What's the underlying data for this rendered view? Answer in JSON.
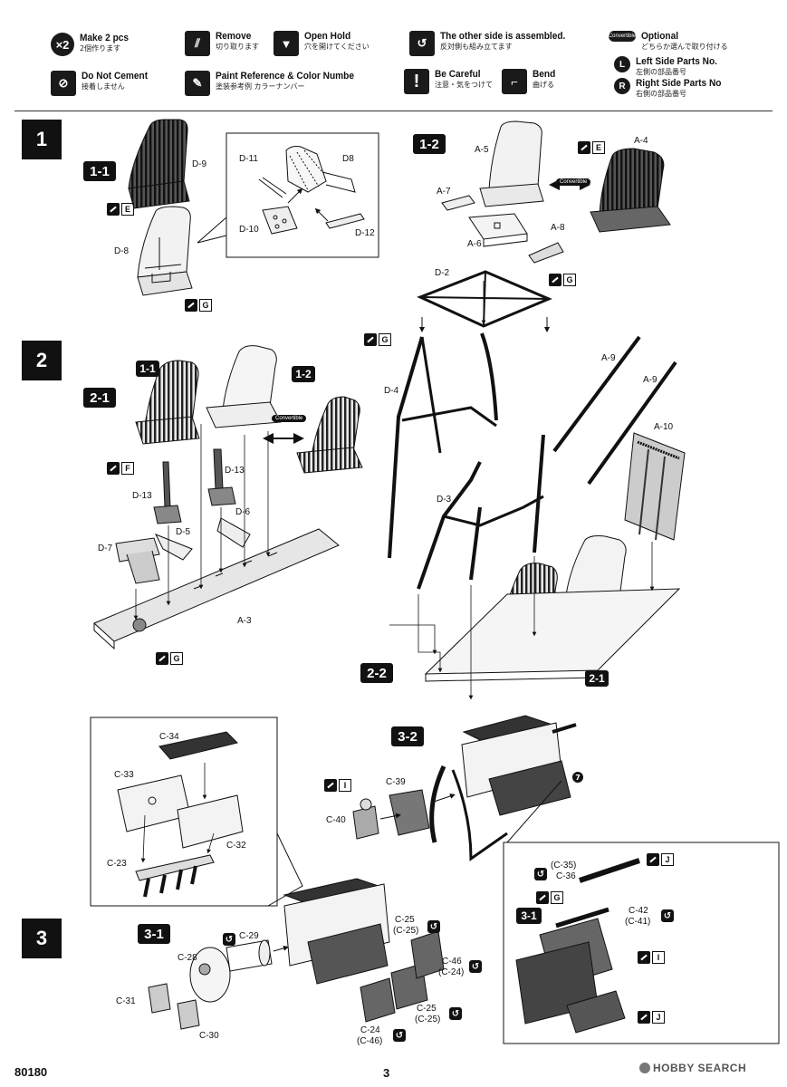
{
  "legend": {
    "make2": {
      "icon": "×2",
      "title": "Make 2 pcs",
      "sub": "2個作ります"
    },
    "remove": {
      "title": "Remove",
      "sub": "切り取ります"
    },
    "open_hold": {
      "title": "Open Hold",
      "sub": "穴を開けてください"
    },
    "other_side": {
      "title": "The other side is assembled.",
      "sub": "反対側も組み立てます"
    },
    "optional": {
      "icon": "Convertible",
      "title": "Optional",
      "sub": "どちらか選んで取り付ける"
    },
    "do_not_cement": {
      "title": "Do Not Cement",
      "sub": "接着しません"
    },
    "paint_ref": {
      "title": "Paint Reference & Color Numbe",
      "sub": "塗装参考例 カラーナンバー"
    },
    "careful": {
      "icon": "!",
      "title": "Be Careful",
      "sub": "注意・気をつけて"
    },
    "bend": {
      "title": "Bend",
      "sub": "曲げる"
    },
    "left_side": {
      "icon": "L",
      "title": "Left Side Parts No.",
      "sub": "左側の部品番号"
    },
    "right_side": {
      "icon": "R",
      "title": "Right Side Parts No",
      "sub": "右側の部品番号"
    }
  },
  "steps": {
    "s1": "1",
    "s1_1": "1-1",
    "s1_2": "1-2",
    "s2": "2",
    "s2_1": "2-1",
    "s2_2": "2-2",
    "s2_ref_1_1": "1-1",
    "s2_ref_1_2": "1-2",
    "s2_ref_2_1": "2-1",
    "s3": "3",
    "s3_1": "3-1",
    "s3_2": "3-2",
    "s3_ref_3_1": "3-1"
  },
  "parts": {
    "d9": "D-9",
    "d8_seat": "D-8",
    "d11": "D-11",
    "d8_frame": "D8",
    "d10": "D-10",
    "d12": "D-12",
    "a5": "A-5",
    "a4": "A-4",
    "a7": "A-7",
    "a8": "A-8",
    "a6": "A-6",
    "d2": "D-2",
    "d4": "D-4",
    "d3": "D-3",
    "a9a": "A-9",
    "a9b": "A-9",
    "a10": "A-10",
    "d13a": "D-13",
    "d13b": "D-13",
    "d5": "D-5",
    "d6": "D-6",
    "d7": "D-7",
    "a3": "A-3",
    "c34": "C-34",
    "c33": "C-33",
    "c32": "C-32",
    "c23": "C-23",
    "c39": "C-39",
    "c40": "C-40",
    "c35": "(C-35)",
    "c36": "C-36",
    "c42": "C-42",
    "c41": "(C-41)",
    "c29": "C-29",
    "c28": "C-28",
    "c31": "C-31",
    "c30": "C-30",
    "c25a": "C-25",
    "c25a_alt": "(C-25)",
    "c46": "C-46",
    "c46_alt": "(C-24)",
    "c25b": "C-25",
    "c25b_alt": "(C-25)",
    "c24": "C-24",
    "c24_alt": "(C-46)",
    "ref7": "7"
  },
  "paints": {
    "p1": "E",
    "p2": "G",
    "p3": "E",
    "p4": "G",
    "p5": "G",
    "p6": "F",
    "p7": "G",
    "p8": "I",
    "p9": "J",
    "p10": "G",
    "p11": "I",
    "p12": "J"
  },
  "convertible": {
    "c1": "Convertible",
    "c2": "Convertible"
  },
  "footer": {
    "code": "80180",
    "page": "3",
    "watermark": "HOBBY SEARCH"
  }
}
